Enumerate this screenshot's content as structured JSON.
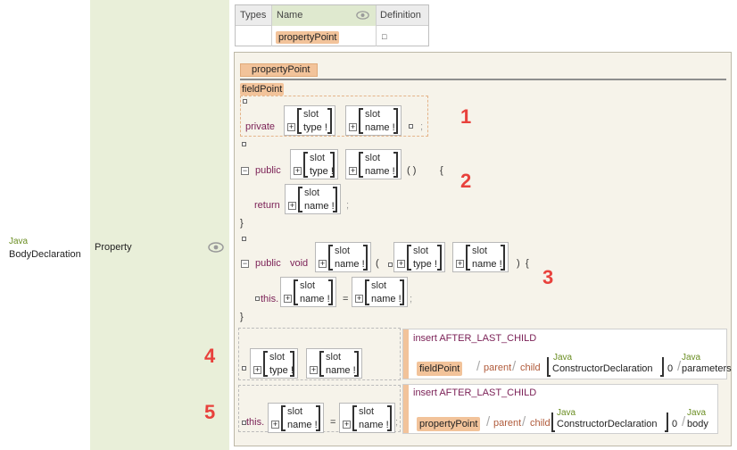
{
  "left": {
    "language": "Java",
    "concept": "BodyDeclaration"
  },
  "property": {
    "name": "Property",
    "icon": "eye-icon"
  },
  "header_table": {
    "col_types": "Types",
    "col_name": "Name",
    "col_definition": "Definition",
    "row_name": "propertyPoint",
    "row_def_glyph": "□"
  },
  "editor": {
    "title": "propertyPoint",
    "field_point": "fieldPoint",
    "block1": {
      "kw_private": "private",
      "slot_type": {
        "slot": "slot",
        "name": "type !"
      },
      "slot_name": {
        "slot": "slot",
        "name": "name !"
      },
      "semicolon": ";"
    },
    "block2": {
      "kw_public": "public",
      "paren": "(   )",
      "brace_open": "{",
      "kw_return": "return",
      "semicolon": ";",
      "brace_close": "}"
    },
    "block3": {
      "kw_public": "public",
      "kw_void": "void",
      "paren_open": "(",
      "comma": ",",
      "paren_close": ")",
      "brace_open": "{",
      "this": "this.",
      "eq": "=",
      "semicolon": ";",
      "brace_close": "}"
    },
    "block4": {
      "insert": "insert AFTER_LAST_CHILD",
      "path_start": "fieldPoint",
      "parent": "parent",
      "child": "child",
      "java1": "Java",
      "ctor": "ConstructorDeclaration",
      "index": "0",
      "java2": "Java",
      "tail": "parameters"
    },
    "block5": {
      "this": "this.",
      "eq": "=",
      "semicolon": ";",
      "insert": "insert AFTER_LAST_CHILD",
      "path_start": "propertyPoint",
      "parent": "parent",
      "child": "child",
      "java1": "Java",
      "ctor": "ConstructorDeclaration",
      "index": "0",
      "java2": "Java",
      "tail": "body"
    },
    "slot_label": "slot",
    "type_label": "type !",
    "name_label": "name !",
    "annotations": [
      "1",
      "2",
      "3",
      "4",
      "5"
    ]
  }
}
